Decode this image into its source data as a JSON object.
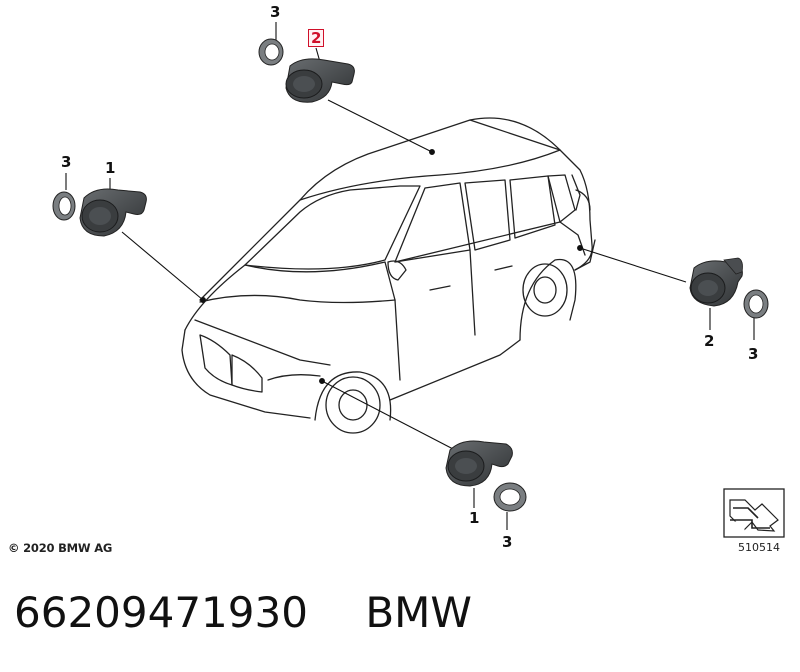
{
  "diagram": {
    "callouts": {
      "rear_top_ring": "3",
      "rear_top_sensor": "2",
      "front_left_ring": "3",
      "front_left_sensor": "1",
      "rear_right_sensor": "2",
      "rear_right_ring": "3",
      "front_bottom_sensor": "1",
      "front_bottom_ring": "3"
    },
    "copyright": "© 2020 BMW AG",
    "diagram_number": "510514"
  },
  "footer": {
    "part_number": "66209471930",
    "brand": "BMW"
  },
  "colors": {
    "highlight": "#d0102a",
    "sensor_dark": "#3a3d3f",
    "sensor_mid": "#5a5e61",
    "outline": "#222222"
  }
}
